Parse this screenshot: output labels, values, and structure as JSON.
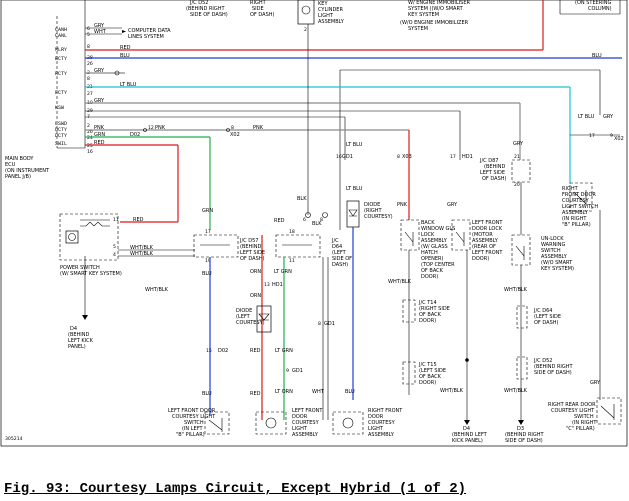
{
  "caption": "Fig. 93: Courtesy Lamps Circuit, Except Hybrid (1 of 2)",
  "figure_id": "305214",
  "colors": {
    "red": "#d81b1b",
    "green": "#22b14c",
    "blue": "#1f3fd6",
    "cyan": "#19c4d6",
    "gray": "#8a8a8a",
    "black": "#000000",
    "darkgray": "#555555"
  },
  "top": {
    "jc_top": [
      "J/C D52",
      "(BEHIND RIGHT",
      "SIDE OF DASH)"
    ],
    "right_side_top": [
      "RIGHT",
      "SIDE",
      "OF DASH)"
    ],
    "key_cyl": [
      "KEY",
      "CYLINDER",
      "LIGHT",
      "ASSEMBLY"
    ],
    "smart_key_line1": "W/ ENGINE IMMOBILISER",
    "smart_key_line2": "SYSTEM ((W/O SMART",
    "smart_key_line3": "KEY SYSTEM",
    "immob": [
      "(W/O ENGINE IMMOBILIZER",
      "SYSTEM"
    ],
    "steering": "(ON STEERING",
    "column": "COLUMN)"
  },
  "ecu_pins": [
    {
      "name": "CANH",
      "pin": "6",
      "wire": "GRY"
    },
    {
      "name": "CANL",
      "pin": "5",
      "wire": "WHT"
    },
    {
      "name": "MLRY",
      "pin": "",
      "wire": "RED"
    },
    {
      "name": "BCTY",
      "pin": "28",
      "wire": "BLU"
    },
    {
      "name": "RCTY",
      "pin": "2",
      "wire": "GRY"
    },
    {
      "name": "FCTY",
      "pin": "21",
      "wire": "LT BLU"
    },
    {
      "name": "KSW",
      "pin": "10",
      "wire": "GRY"
    },
    {
      "name": "LSWD",
      "pin": "2",
      "wire": ""
    },
    {
      "name": "DCTY",
      "pin": "26",
      "wire": "PNK"
    },
    {
      "name": "DCTY",
      "pin": "24",
      "wire": "GRN"
    },
    {
      "name": "SWIL",
      "pin": "25",
      "wire": "RED"
    }
  ],
  "ecu_extra_pins": [
    "8",
    "8",
    "26",
    "27",
    "29",
    "7",
    "16"
  ],
  "comp_data": [
    "COMPUTER DATA",
    "LINES SYSTEM"
  ],
  "ecu_label": [
    "MAIN BODY",
    "ECU",
    "(ON INSTRUMENT",
    "PANEL J/B)"
  ],
  "power_switch": [
    "POWER SWITCH",
    "(W/ SMART KEY SYSTEM)"
  ],
  "wire_labels": {
    "blu": "BLU",
    "gry": "GRY",
    "red": "RED",
    "pnk": "PNK",
    "grn": "GRN",
    "ltblu": "LT BLU",
    "ltgrn": "LT GRN",
    "whtblk": "WHT/BLK",
    "wht": "WHT",
    "blk": "BLK",
    "orn": "ORN",
    "d02": "D02"
  },
  "connectors": {
    "x03": "X03",
    "hd1": "HD1",
    "gd1": "GD1",
    "jc_x2": "X02",
    "hd1_2": "HD1"
  },
  "jc_d57": [
    "J/C D57",
    "(BEHIND",
    "LEFT SIDE",
    "OF DASH)"
  ],
  "jc_d64": [
    "J/C",
    "D64",
    "(LEFT",
    "SIDE OF",
    "DASH)"
  ],
  "jc_d87": [
    "J/C D87",
    "(BEHIND",
    "LEFT SIDE",
    "OF DASH)"
  ],
  "jc_t14": [
    "J/C T14",
    "(RIGHT SIDE",
    "OF BACK",
    "DOOR)"
  ],
  "jc_t15": [
    "J/C T15",
    "(LEFT SIDE",
    "OF BACK",
    "DOOR)"
  ],
  "jc_d64b": [
    "J/C D64",
    "(LEFT SIDE",
    "OF DASH)"
  ],
  "jc_d52b": [
    "J/C D52",
    "(BEHIND RIGHT",
    "SIDE OF DASH)"
  ],
  "diode_r": [
    "DIODE",
    "(RIGHT",
    "COURTESY)"
  ],
  "diode_l": [
    "DIODE",
    "(LEFT",
    "COURTESY)"
  ],
  "back_window": [
    "BACK",
    "WINDOW GLS",
    "LOCK",
    "ASSEMBLY",
    "(W/ GLASS",
    "HATCH",
    "OPENER)",
    "(TOP CENTER",
    "OF BACK",
    "DOOR)"
  ],
  "lf_door_lock": [
    "LEFT FRONT",
    "DOOR LOCK",
    "(MOTOR",
    "ASSEMBLY",
    "(REAR OF",
    "LEFT FRONT",
    "DOOR)"
  ],
  "rf_courtesy": [
    "RIGHT",
    "FRONT DOOR",
    "COURTESY",
    "LIGHT SWITCH",
    "ASSEMBLY",
    "(IN RIGHT",
    "\"B\" PILLAR)"
  ],
  "unlock_warn": [
    "UN-LOCK",
    "WARNING",
    "SWITCH",
    "ASSEMBLY",
    "(W/O SMART",
    "KEY SYSTEM)"
  ],
  "d4_left": [
    "D4",
    "(BEHIND",
    "LEFT KICK",
    "PANEL)"
  ],
  "d4_mid": [
    "D4",
    "(BEHIND LEFT",
    "KICK PANEL)"
  ],
  "d3_right": [
    "D3",
    "(BEHIND RIGHT",
    "SIDE OF DASH)"
  ],
  "lf_door_sw": [
    "LEFT FRONT DOOR",
    "COURTESY LIGHT",
    "SWITCH",
    "(IN LEFT",
    "\"B\" PILLAR)"
  ],
  "lf_door_lamp": [
    "LEFT FRONT",
    "DOOR",
    "COURTESY",
    "LIGHT",
    "ASSEMBLY"
  ],
  "rf_door_lamp": [
    "RIGHT FRONT",
    "DOOR",
    "COURTESY",
    "LIGHT",
    "ASSEMBLY"
  ],
  "rr_door_sw": [
    "RIGHT REAR DOOR",
    "COURTESY LIGHT",
    "SWITCH",
    "(IN RIGHT",
    "\"C\" PILLAR)"
  ]
}
